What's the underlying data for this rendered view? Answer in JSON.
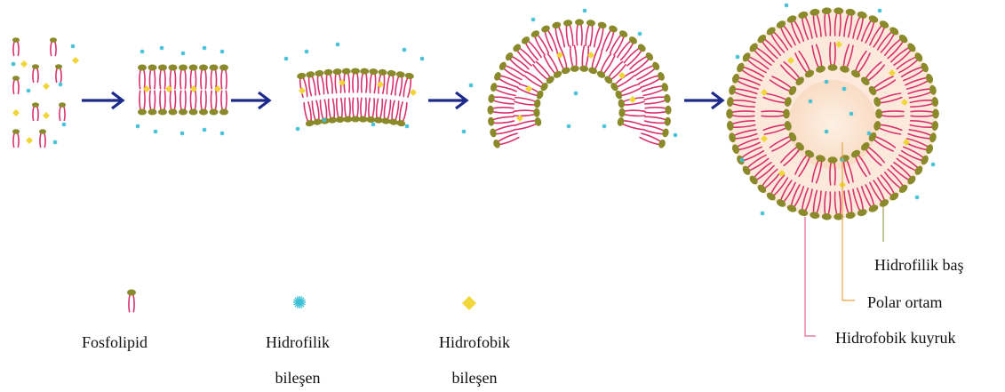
{
  "legend": {
    "phospholipid": "Fosfolipid",
    "hydrophilic_line1": "Hidrofilik",
    "hydrophilic_line2": "bileşen",
    "hydrophobic_line1": "Hidrofobik",
    "hydrophobic_line2": "bileşen"
  },
  "callouts": {
    "hydrophilic_head": "Hidrofilik baş",
    "polar_medium": "Polar ortam",
    "hydrophobic_tail": "Hidrofobik kuyruk"
  },
  "colors": {
    "head": "#8a8a2a",
    "tail": "#d8316e",
    "hydrophilic": "#3cc0d6",
    "hydrophobic": "#f1d63a",
    "arrow": "#1c2a8c",
    "core": "#fbe3cf",
    "leader_tail": "#e0668f",
    "leader_polar": "#e7a64a",
    "leader_head": "#9a9a52"
  },
  "icons": [
    "phospholipid-icon",
    "hydrophilic-compound-icon",
    "hydrophobic-compound-icon",
    "right-arrow-icon"
  ]
}
